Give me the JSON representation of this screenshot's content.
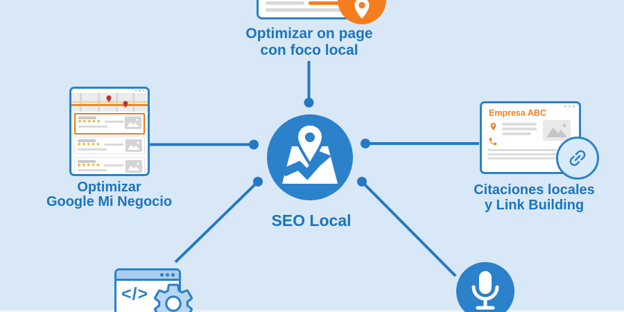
{
  "title": "SEO Local",
  "colors": {
    "background": "#d8e8f7",
    "primary_blue": "#2b81ca",
    "line_blue": "#2478c5",
    "text_blue": "#1c75bd",
    "orange": "#f47d1f",
    "orange_text": "#f08122",
    "star_orange": "#eda815",
    "red_pin": "#cf3b35",
    "light_blue_fill": "#b9d7f1",
    "pale_blue_fill": "#d9eafb"
  },
  "center": {
    "label": "SEO Local",
    "icon": "map-route-pin-icon"
  },
  "nodes": {
    "top": {
      "label_line1": "Optimizar on page",
      "label_line2": "con foco local",
      "icons": [
        "browser-page-icon",
        "location-pin-badge-icon"
      ]
    },
    "left": {
      "label_line1": "Optimizar",
      "label_line2": "Google Mi Negocio",
      "icon": "google-business-listing-icon",
      "listing_rows": [
        {
          "stars": "★★★★★"
        },
        {
          "stars": "★★★★★"
        },
        {
          "stars": "★★★★★"
        }
      ]
    },
    "right": {
      "label_line1": "Citaciones locales",
      "label_line2": "y Link Building",
      "card_title": "Empresa ABC",
      "icons": [
        "business-citation-card-icon",
        "location-pin-icon",
        "phone-icon",
        "link-chain-icon"
      ]
    },
    "bottom_left": {
      "code_symbol": "</>",
      "icons": [
        "code-browser-icon",
        "gear-icon"
      ]
    },
    "bottom_right": {
      "icons": [
        "microphone-icon"
      ]
    }
  }
}
